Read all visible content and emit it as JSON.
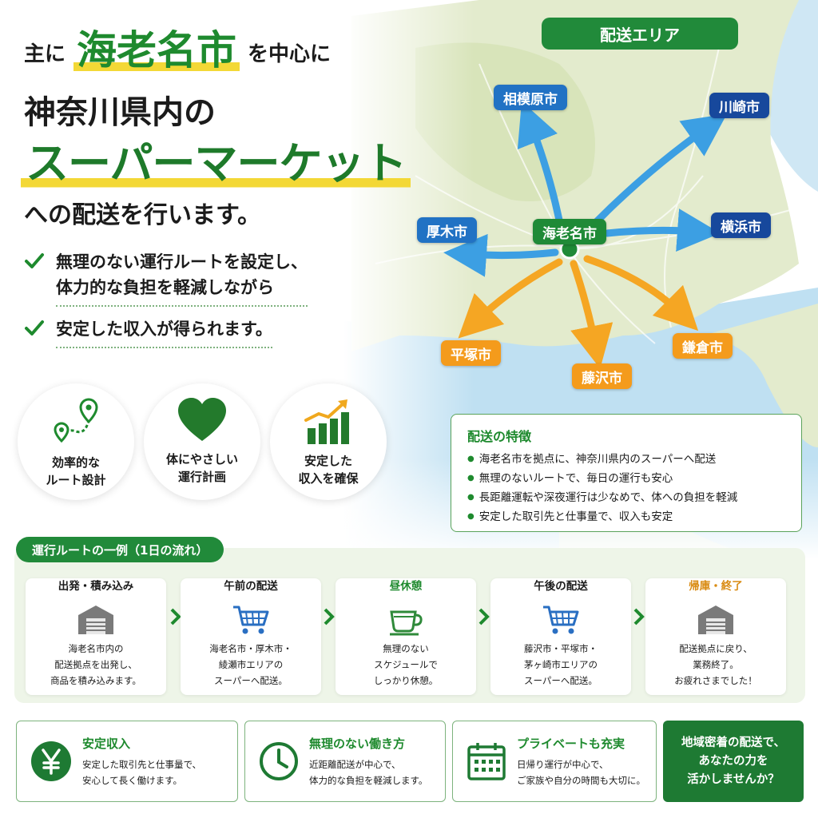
{
  "headline": {
    "line1_pre": "主に",
    "line1_city": "海老名市",
    "line1_post": "を中心に",
    "line2": "神奈川県内の",
    "line3": "スーパーマーケット",
    "line4": "への配送を行います。"
  },
  "checks": [
    {
      "text": "無理のない運行ルートを設定し、\n体力的な負担を軽減しながら"
    },
    {
      "text": "安定した収入が得られます。"
    }
  ],
  "features": [
    {
      "label": "効率的な\nルート設計",
      "icon": "route-pin-icon"
    },
    {
      "label": "体にやさしい\n運行計画",
      "icon": "heart-icon"
    },
    {
      "label": "安定した\n収入を確保",
      "icon": "bar-chart-up-icon"
    }
  ],
  "map": {
    "title": "配送エリア",
    "center": "海老名市",
    "cities": {
      "sagamihara": "相模原市",
      "kawasaki": "川崎市",
      "atsugi": "厚木市",
      "yokohama": "横浜市",
      "hiratsuka": "平塚市",
      "fujisawa": "藤沢市",
      "kamakura": "鎌倉市"
    },
    "colors": {
      "blue_arrow": "#3c9fe3",
      "orange_arrow": "#f5a623",
      "land": "#e5ecd2",
      "sea": "#b9dcf0"
    }
  },
  "tokucho": {
    "title": "配送の特徴",
    "items": [
      "海老名市を拠点に、神奈川県内のスーパーへ配送",
      "無理のないルートで、毎日の運行も安心",
      "長距離運転や深夜運行は少なめで、体への負担を軽減",
      "安定した取引先と仕事量で、収入も安定"
    ]
  },
  "route": {
    "title": "運行ルートの一例（1日の流れ）",
    "steps": [
      {
        "title": "出発・積み込み",
        "icon": "warehouse-icon",
        "desc": "海老名市内の\n配送拠点を出発し、\n商品を積み込みます。"
      },
      {
        "title": "午前の配送",
        "icon": "cart-icon",
        "desc": "海老名市・厚木市・\n綾瀬市エリアの\nスーパーへ配送。"
      },
      {
        "title": "昼休憩",
        "icon": "cup-icon",
        "desc": "無理のない\nスケジュールで\nしっかり休憩。"
      },
      {
        "title": "午後の配送",
        "icon": "cart-icon",
        "desc": "藤沢市・平塚市・\n茅ヶ崎市エリアの\nスーパーへ配送。"
      },
      {
        "title": "帰庫・終了",
        "icon": "warehouse-icon",
        "desc": "配送拠点に戻り、\n業務終了。\nお疲れさまでした！"
      }
    ]
  },
  "cards": [
    {
      "title": "安定収入",
      "desc": "安定した取引先と仕事量で、\n安心して長く働けます。",
      "icon": "yen-icon"
    },
    {
      "title": "無理のない働き方",
      "desc": "近距離配送が中心で、\n体力的な負担を軽減します。",
      "icon": "clock-icon"
    },
    {
      "title": "プライベートも充実",
      "desc": "日帰り運行が中心で、\nご家族や自分の時間も大切に。",
      "icon": "calendar-icon"
    }
  ],
  "cta": {
    "text": "地域密着の配送で、\nあなたの力を\n活かしませんか？"
  }
}
